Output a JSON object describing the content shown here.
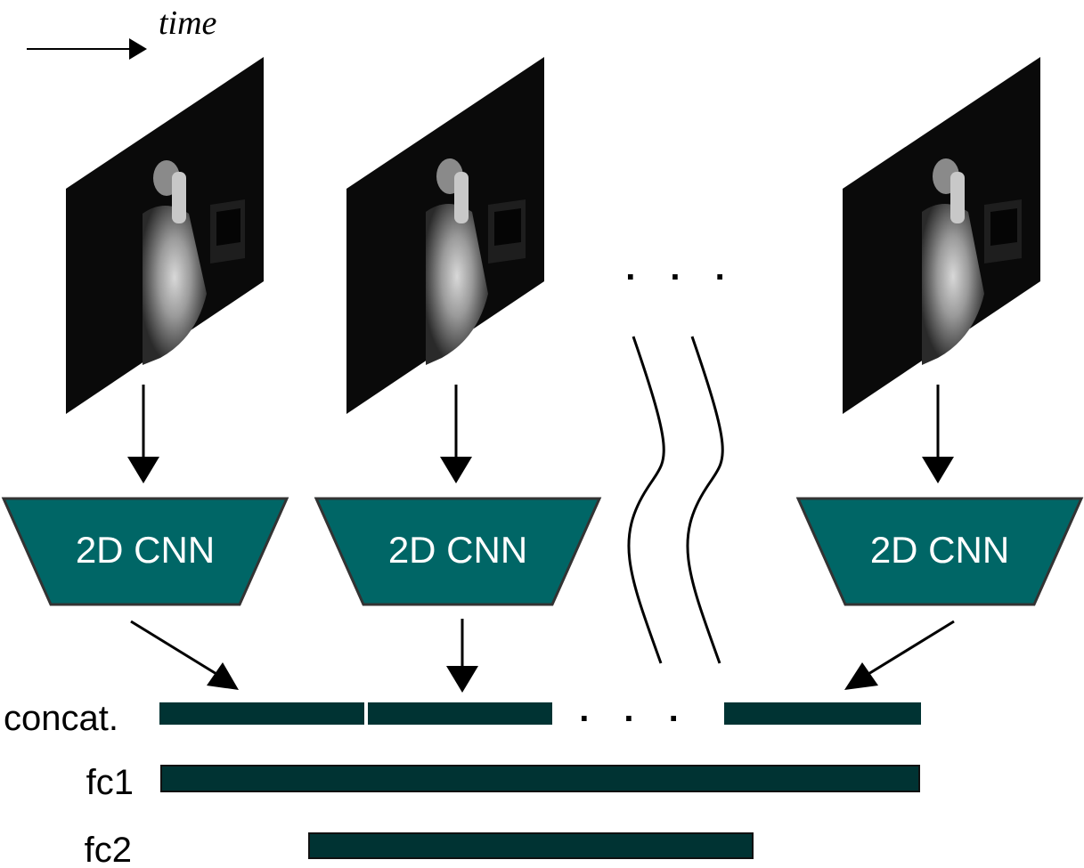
{
  "time_label": "time",
  "frames": [
    {
      "cnn_label": "2D CNN"
    },
    {
      "cnn_label": "2D CNN"
    },
    {
      "cnn_label": "2D CNN"
    }
  ],
  "ellipsis_top": ". . .",
  "ellipsis_concat": ". . .",
  "layers": {
    "concat": "concat.",
    "fc1": "fc1",
    "fc2": "fc2"
  },
  "colors": {
    "cnn_fill": "#006666",
    "cnn_stroke": "#333333",
    "layer_fill": "#003333",
    "frame_bg": "#0a0a0a"
  }
}
